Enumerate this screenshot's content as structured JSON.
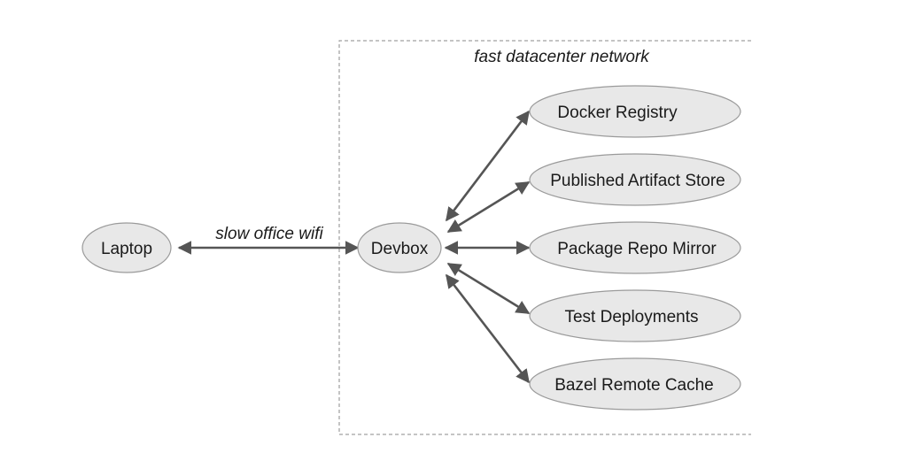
{
  "cluster": {
    "label": "fast datacenter network"
  },
  "nodes": {
    "laptop": "Laptop",
    "devbox": "Devbox",
    "docker_registry": "Docker Registry",
    "artifact_store": "Published Artifact Store",
    "package_repo": "Package Repo Mirror",
    "test_deployments": "Test Deployments",
    "bazel_cache": "Bazel Remote Cache"
  },
  "edges": {
    "laptop_devbox_label": "slow office wifi"
  },
  "colors": {
    "node_fill": "#e8e8e8",
    "node_stroke": "#9a9a9a",
    "edge": "#555555",
    "cluster_stroke": "#8a8a8a"
  }
}
